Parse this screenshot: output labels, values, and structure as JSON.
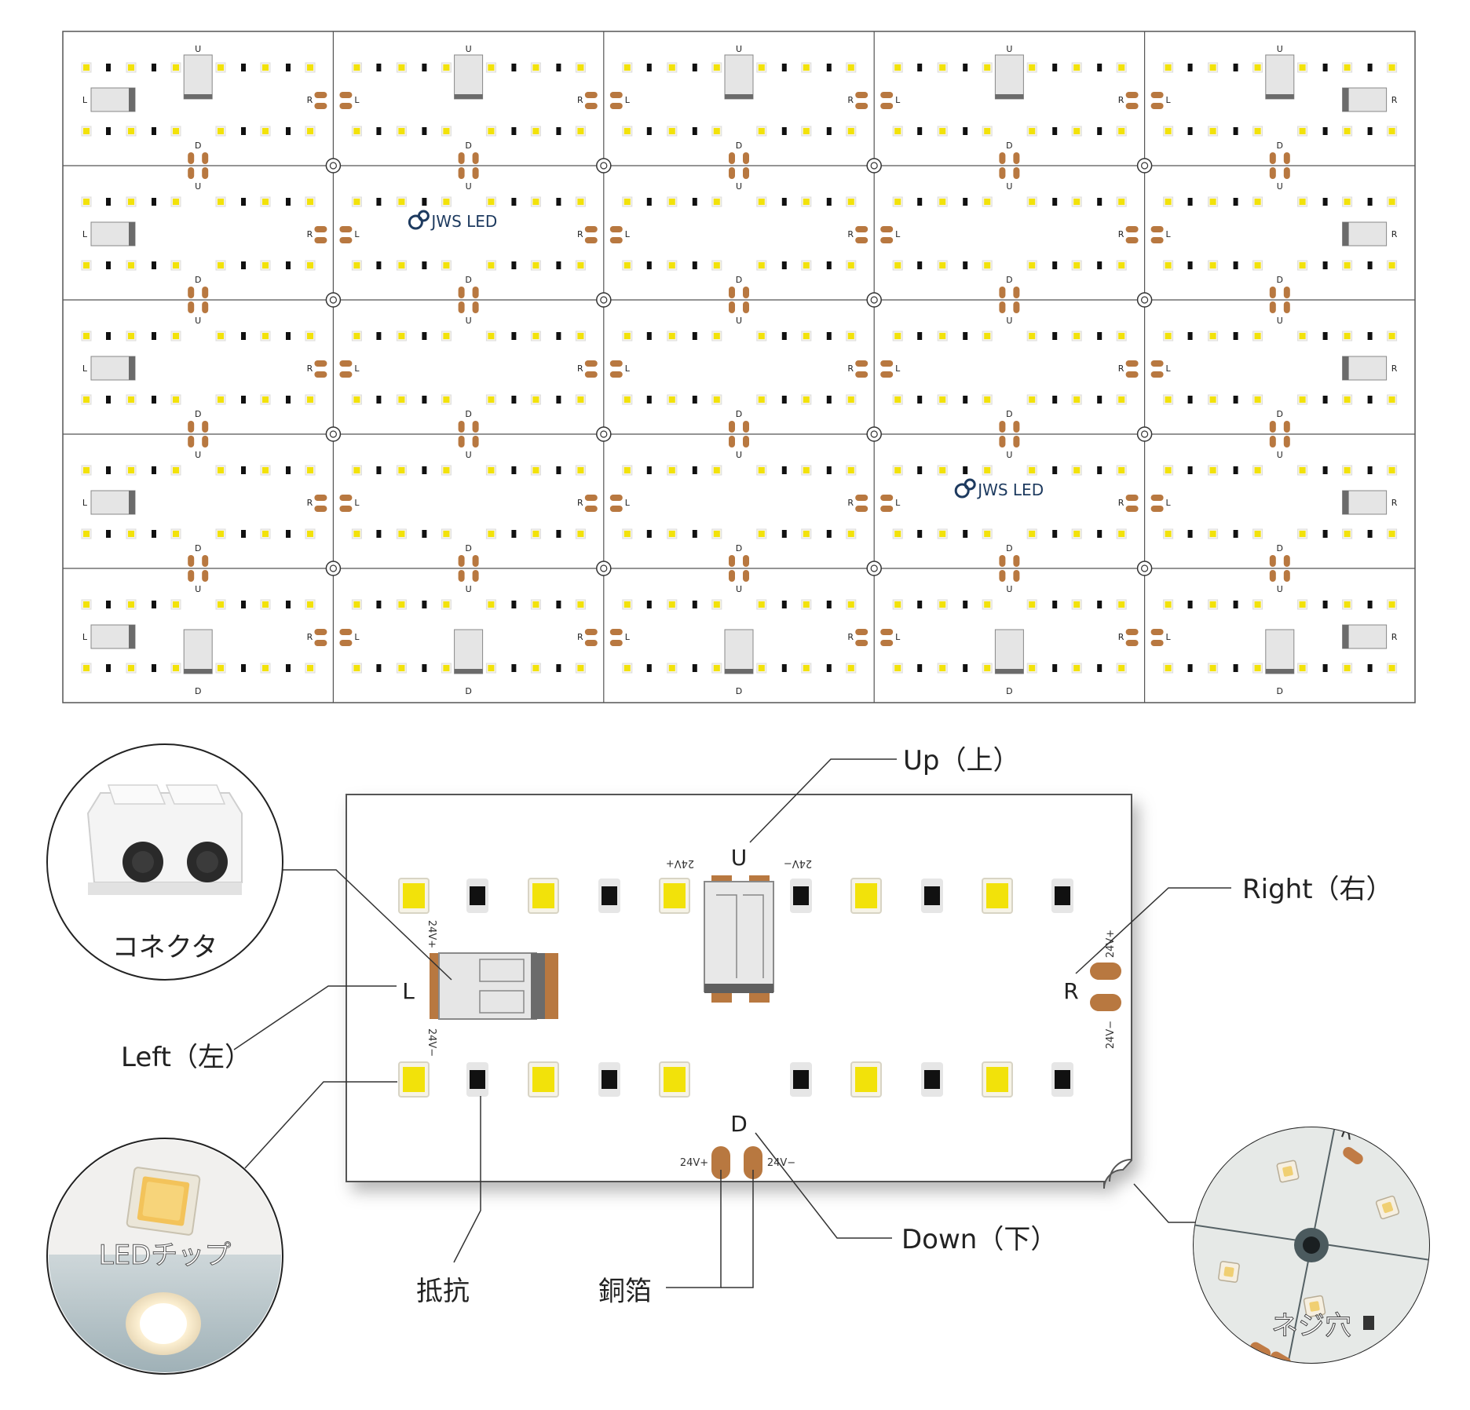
{
  "board": {
    "dir_up": "U",
    "dir_down": "D",
    "dir_left": "L",
    "dir_right": "R",
    "v_plus": "24V+",
    "v_minus": "24V−",
    "brand": "JWS LED",
    "colors": {
      "panel_line": "#555555",
      "led_yellow": "#f2e20a",
      "led_white": "#f6f3e6",
      "resistor": "#111111",
      "copper": "#b87840",
      "connector": "#e5e5e5"
    }
  },
  "callouts": {
    "up": "Up（上）",
    "right": "Right（右）",
    "left": "Left（左）",
    "down": "Down（下）",
    "resistor": "抵抗",
    "copper": "銅箔",
    "connector": "コネクタ",
    "led_chip": "LEDチップ",
    "screw_hole": "ネジ穴"
  }
}
